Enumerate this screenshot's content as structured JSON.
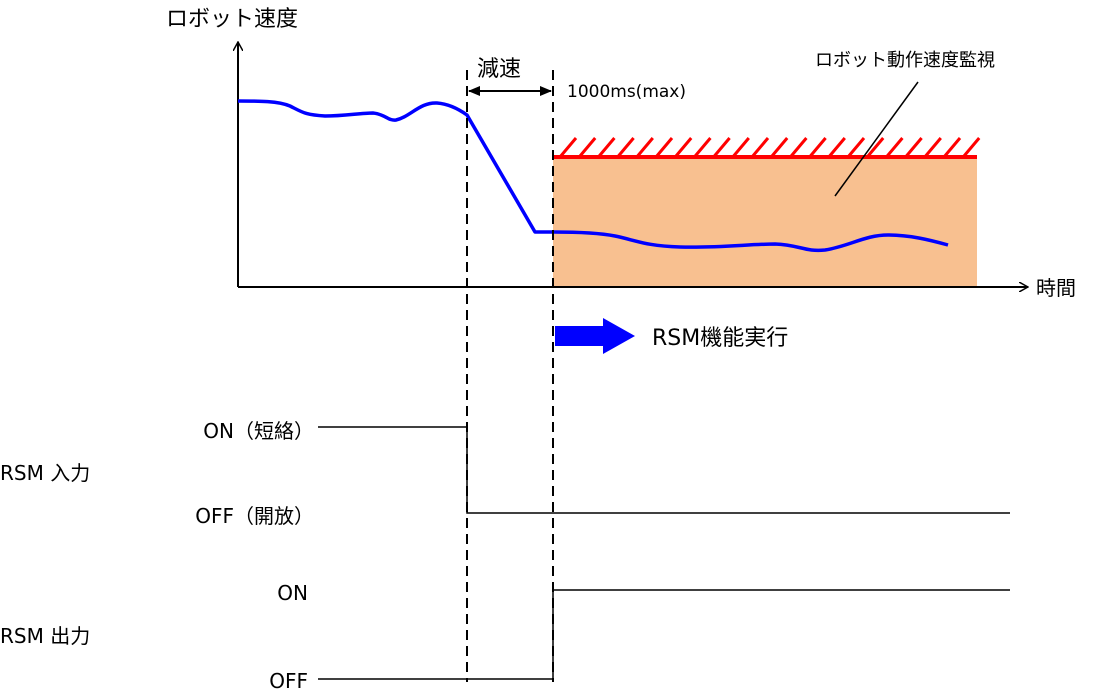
{
  "graph": {
    "y_axis_label": "ロボット速度",
    "x_axis_label": "時間",
    "decel_label": "減速",
    "decel_time_label": "1000ms(max)",
    "monitor_label": "ロボット動作速度監視",
    "rsm_exec_label": "RSM機能実行"
  },
  "rsm_input": {
    "label": "RSM 入力",
    "on_label": "ON（短絡）",
    "off_label": "OFF（開放）"
  },
  "rsm_output": {
    "label": "RSM 出力",
    "on_label": "ON",
    "off_label": "OFF"
  },
  "colors": {
    "speed_curve": "#0000FF",
    "monitor_fill": "#F8C090",
    "monitor_limit": "#FF0000",
    "arrow": "#0000FF"
  }
}
